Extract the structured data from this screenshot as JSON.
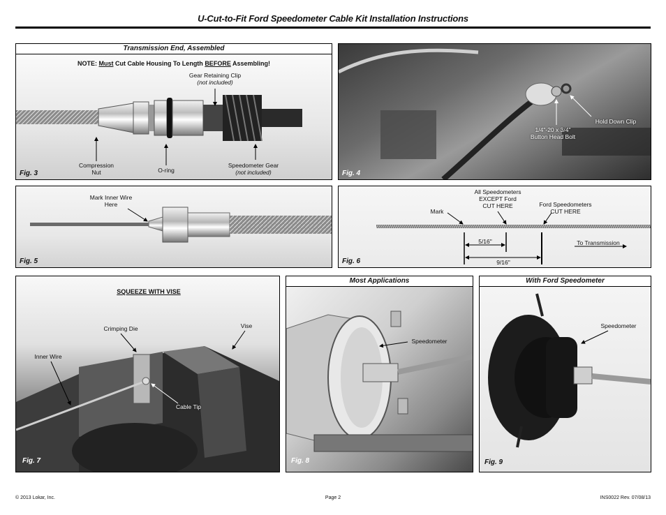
{
  "header": {
    "title": "U-Cut-to-Fit Ford Speedometer Cable Kit Installation Instructions"
  },
  "fig3": {
    "heading": "Transmission End, Assembled",
    "note_prefix": "NOTE: ",
    "note_must": "Must",
    "note_mid": " Cut Cable Housing To Length ",
    "note_before": "BEFORE",
    "note_suffix": " Assembling!",
    "gear_clip": "Gear Retaining Clip",
    "gear_clip_sub": "(not included)",
    "compression_nut_1": "Compression",
    "compression_nut_2": "Nut",
    "o_ring": "O-ring",
    "speedo_gear": "Speedometer Gear",
    "speedo_gear_sub": "(not included)",
    "label": "Fig. 3"
  },
  "fig4": {
    "hold_down_clip": "Hold Down Clip",
    "bolt_1": "1/4\"-20 x 3/4\"",
    "bolt_2": "Button Head Bolt",
    "label": "Fig. 4"
  },
  "fig5": {
    "mark_1": "Mark Inner Wire",
    "mark_2": "Here",
    "label": "Fig. 5"
  },
  "fig6": {
    "all_1": "All Speedometers",
    "all_2": "EXCEPT Ford",
    "all_3": "CUT HERE",
    "ford_1": "Ford Speedometers",
    "ford_2": "CUT HERE",
    "mark": "Mark",
    "dim_5_16": "5/16\"",
    "dim_9_16": "9/16\"",
    "to_transmission": "To Transmission",
    "label": "Fig. 6"
  },
  "fig7": {
    "squeeze": "SQUEEZE WITH VISE",
    "crimping_die": "Crimping Die",
    "vise": "Vise",
    "inner_wire": "Inner Wire",
    "cable_tip": "Cable Tip",
    "label": "Fig. 7"
  },
  "fig8": {
    "heading": "Most Applications",
    "speedometer": "Speedometer",
    "label": "Fig. 8"
  },
  "fig9": {
    "heading": "With Ford Speedometer",
    "speedometer": "Speedometer",
    "label": "Fig. 9"
  },
  "footer": {
    "copyright": "© 2013 Lokar, Inc.",
    "page": "Page 2",
    "doc": "INS0022  Rev. 07/08/13"
  }
}
